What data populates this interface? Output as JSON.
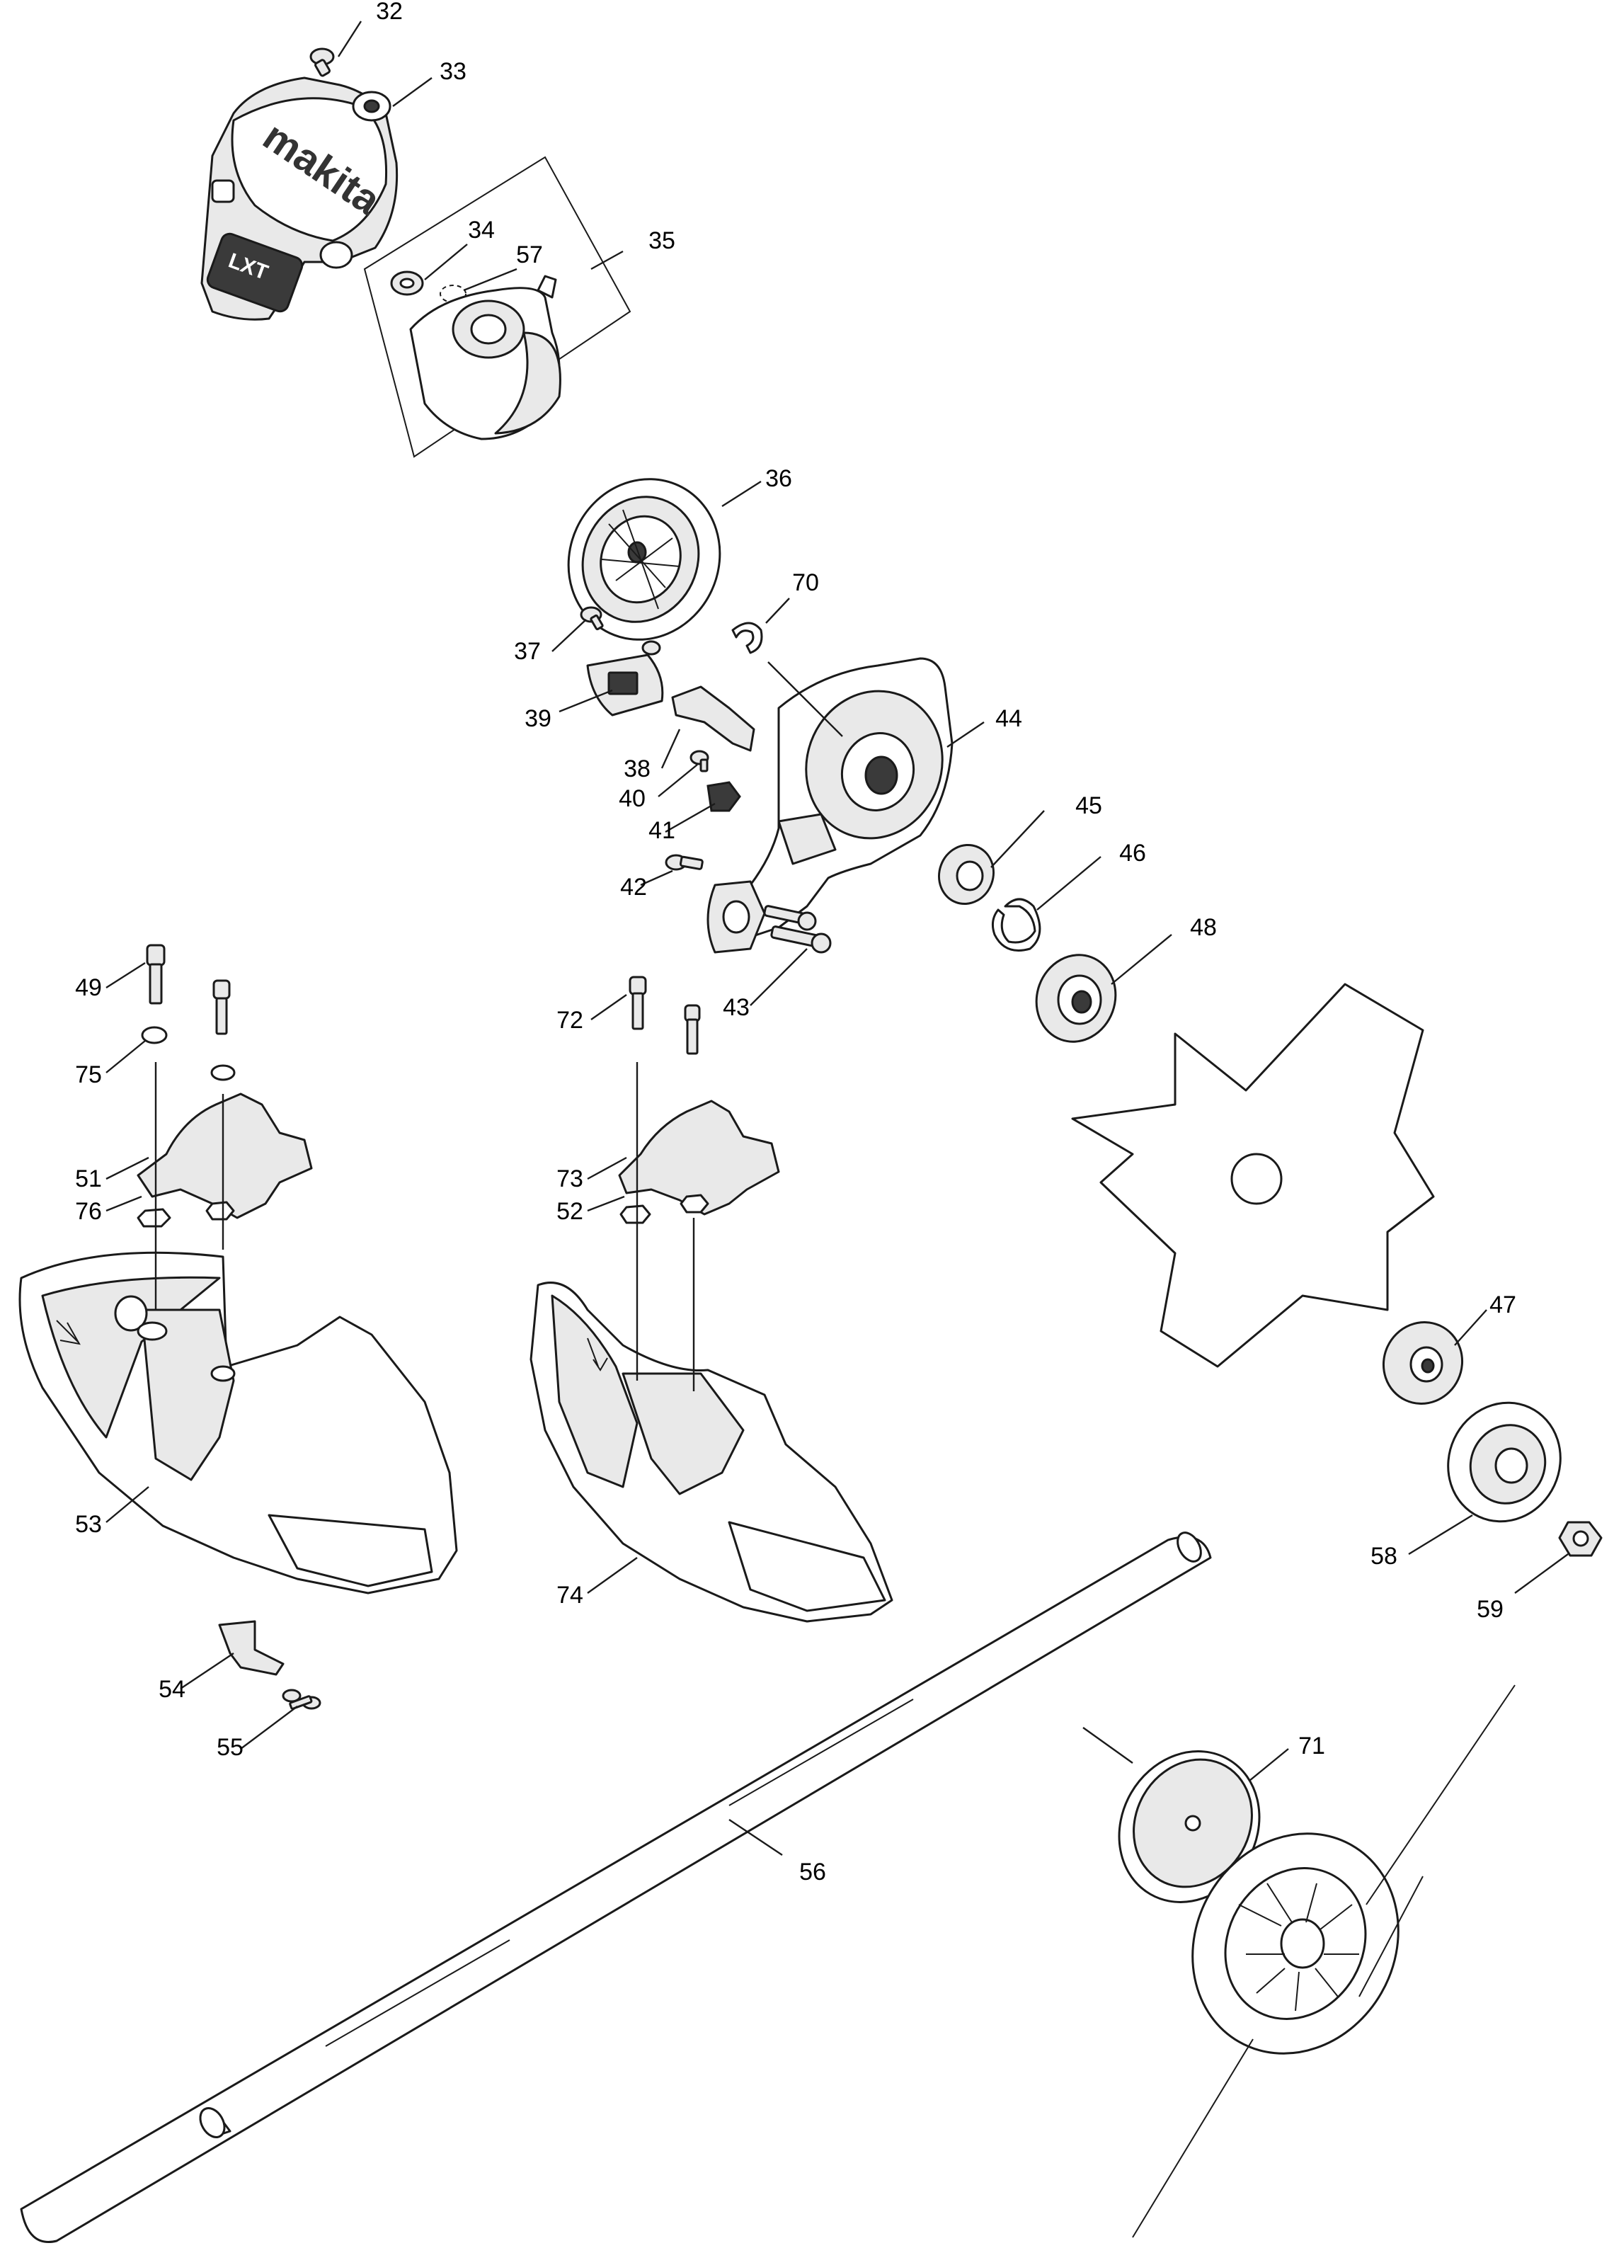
{
  "brand_logo": "makita",
  "battery_badge": "LXT",
  "callouts": [
    {
      "id": "32",
      "text": "32",
      "part": "screw"
    },
    {
      "id": "33",
      "text": "33",
      "part": "motor-cover"
    },
    {
      "id": "34",
      "text": "34",
      "part": "washer"
    },
    {
      "id": "57",
      "text": "57",
      "part": "spacer"
    },
    {
      "id": "35",
      "text": "35",
      "part": "motor-assembly"
    },
    {
      "id": "36",
      "text": "36",
      "part": "rotor-fan"
    },
    {
      "id": "70",
      "text": "70",
      "part": "retaining-ring"
    },
    {
      "id": "37",
      "text": "37",
      "part": "screw"
    },
    {
      "id": "39",
      "text": "39",
      "part": "switch-plate"
    },
    {
      "id": "44",
      "text": "44",
      "part": "gear-housing"
    },
    {
      "id": "38",
      "text": "38",
      "part": "bracket"
    },
    {
      "id": "40",
      "text": "40",
      "part": "screw"
    },
    {
      "id": "41",
      "text": "41",
      "part": "clamp-block"
    },
    {
      "id": "45",
      "text": "45",
      "part": "bearing"
    },
    {
      "id": "46",
      "text": "46",
      "part": "snap-ring"
    },
    {
      "id": "42",
      "text": "42",
      "part": "screw"
    },
    {
      "id": "43",
      "text": "43",
      "part": "bolt"
    },
    {
      "id": "48",
      "text": "48",
      "part": "receiver-washer"
    },
    {
      "id": "49",
      "text": "49",
      "part": "hex-socket-bolt"
    },
    {
      "id": "72",
      "text": "72",
      "part": "hex-socket-bolt"
    },
    {
      "id": "75",
      "text": "75",
      "part": "washer"
    },
    {
      "id": "51",
      "text": "51",
      "part": "guard-clamp"
    },
    {
      "id": "76",
      "text": "76",
      "part": "hex-nut"
    },
    {
      "id": "73",
      "text": "73",
      "part": "guard-clamp"
    },
    {
      "id": "52",
      "text": "52",
      "part": "hex-nut"
    },
    {
      "id": "47",
      "text": "47",
      "part": "blade-holder"
    },
    {
      "id": "53",
      "text": "53",
      "part": "blade-guard"
    },
    {
      "id": "74",
      "text": "74",
      "part": "line-guard"
    },
    {
      "id": "58",
      "text": "58",
      "part": "protector"
    },
    {
      "id": "59",
      "text": "59",
      "part": "nut"
    },
    {
      "id": "54",
      "text": "54",
      "part": "line-cutter"
    },
    {
      "id": "55",
      "text": "55",
      "part": "screw"
    },
    {
      "id": "71",
      "text": "71",
      "part": "cover-plate"
    },
    {
      "id": "56",
      "text": "56",
      "part": "shaft-pipe"
    }
  ]
}
